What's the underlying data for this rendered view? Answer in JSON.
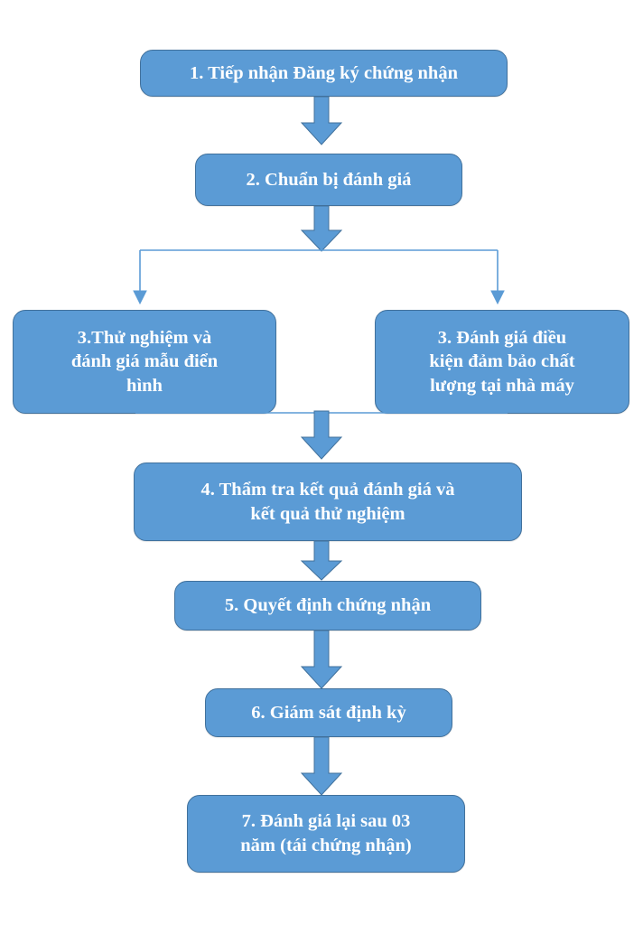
{
  "diagram": {
    "title_text": "",
    "type": "flowchart",
    "orientation": "top-to-bottom",
    "colors": {
      "node_fill": "#5B9BD5",
      "node_border": "#41719C",
      "node_text": "#FFFFFF",
      "arrow_fill": "#5B9BD5",
      "arrow_border": "#41719C",
      "thin_line": "#5B9BD5",
      "background": "#FFFFFF"
    },
    "nodes": [
      {
        "id": "step1",
        "label": "1. Tiếp nhận Đăng ký chứng nhận",
        "lines": [
          "1. Tiếp nhận Đăng ký chứng nhận"
        ]
      },
      {
        "id": "step2",
        "label": "2. Chuẩn bị đánh giá",
        "lines": [
          "2. Chuẩn bị đánh giá"
        ]
      },
      {
        "id": "step3-left",
        "label": "3.Thử nghiệm và đánh giá mẫu điển hình",
        "lines": [
          "3.Thử nghiệm và",
          "đánh giá mẫu điển",
          "hình"
        ]
      },
      {
        "id": "step3-right",
        "label": "3. Đánh giá điều kiện đảm bảo chất lượng tại nhà máy",
        "lines": [
          "3. Đánh giá điều",
          "kiện đảm bảo chất",
          "lượng tại nhà máy"
        ]
      },
      {
        "id": "step4",
        "label": "4. Thẩm tra kết quả đánh giá và kết quả thử nghiệm",
        "lines": [
          "4. Thẩm tra kết quả đánh giá và",
          "kết quả thử nghiệm"
        ]
      },
      {
        "id": "step5",
        "label": "5. Quyết định chứng nhận",
        "lines": [
          "5. Quyết định chứng nhận"
        ]
      },
      {
        "id": "step6",
        "label": "6. Giám sát định kỳ",
        "lines": [
          "6. Giám sát định kỳ"
        ]
      },
      {
        "id": "step7",
        "label": "7. Đánh giá lại sau 03 năm (tái chứng nhận)",
        "lines": [
          "7. Đánh giá lại sau 03",
          "năm (tái chứng nhận)"
        ]
      }
    ],
    "connectors": [
      {
        "id": "arrow-1-2",
        "from": "step1",
        "to": "step2",
        "style": "block-arrow"
      },
      {
        "id": "arrow-2-split",
        "from": "step2",
        "to": "split-point",
        "style": "block-arrow"
      },
      {
        "id": "branch-left",
        "from": "split-point",
        "to": "step3-left",
        "style": "thin-line-arrow"
      },
      {
        "id": "branch-right",
        "from": "split-point",
        "to": "step3-right",
        "style": "thin-line-arrow"
      },
      {
        "id": "merge-line",
        "from": "step3-left,step3-right",
        "to": "merge-point",
        "style": "thin-line"
      },
      {
        "id": "arrow-merge-4",
        "from": "merge-point",
        "to": "step4",
        "style": "block-arrow"
      },
      {
        "id": "arrow-4-5",
        "from": "step4",
        "to": "step5",
        "style": "block-arrow"
      },
      {
        "id": "arrow-5-6",
        "from": "step5",
        "to": "step6",
        "style": "block-arrow"
      },
      {
        "id": "arrow-6-7",
        "from": "step6",
        "to": "step7",
        "style": "block-arrow"
      }
    ]
  }
}
